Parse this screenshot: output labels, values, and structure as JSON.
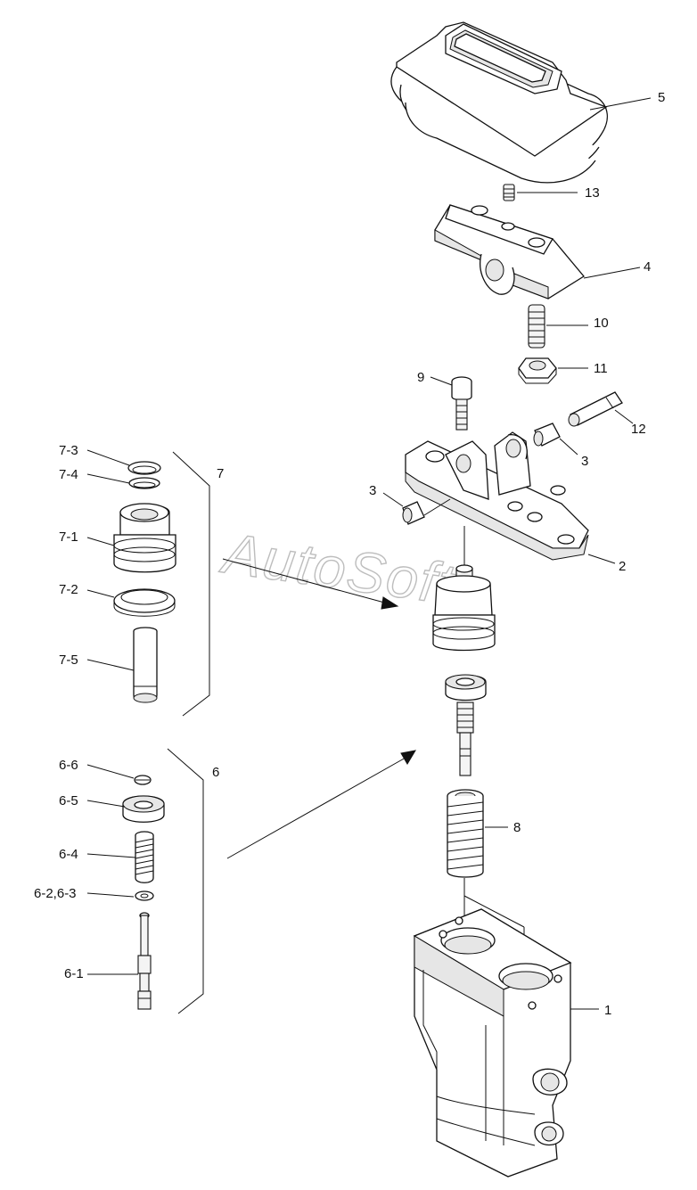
{
  "watermark": "AutoSoft",
  "callouts": {
    "c1": "1",
    "c2": "2",
    "c3a": "3",
    "c3b": "3",
    "c4": "4",
    "c5": "5",
    "c6": "6",
    "c7": "7",
    "c8": "8",
    "c9": "9",
    "c10": "10",
    "c11": "11",
    "c12": "12",
    "c13": "13",
    "c7_3": "7-3",
    "c7_4": "7-4",
    "c7_1": "7-1",
    "c7_2": "7-2",
    "c7_5": "7-5",
    "c6_6": "6-6",
    "c6_5": "6-5",
    "c6_4": "6-4",
    "c6_23": "6-2,6-3",
    "c6_1": "6-1"
  }
}
